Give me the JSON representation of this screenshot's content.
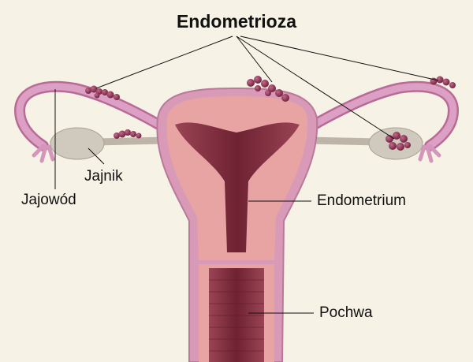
{
  "title": "Endometrioza",
  "labels": {
    "fallopian_tube": "Jajowód",
    "ovary": "Jajnik",
    "endometrium": "Endometrium",
    "vagina": "Pochwa"
  },
  "colors": {
    "background": "#f6f2e6",
    "tissue": "#d99ab8",
    "uterus_wall": "#e8a3a3",
    "cavity": "#7e2b3c",
    "ovary": "#cfcabd",
    "lesion": "#8a2f4f"
  }
}
